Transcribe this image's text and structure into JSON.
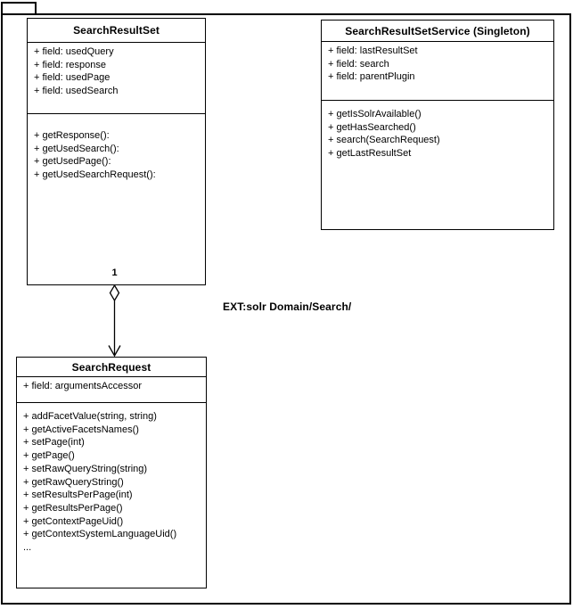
{
  "colors": {
    "line": "#000000",
    "background": "#ffffff",
    "text": "#000000"
  },
  "labels": {
    "package_note": "EXT:solr Domain/Search/",
    "multiplicity_one": "1"
  },
  "classes": [
    {
      "title": "SearchResultSet",
      "fields": [
        "+ field: usedQuery",
        "+ field: response",
        "+ field: usedPage",
        "+ field: usedSearch"
      ],
      "methods": [
        "+ getResponse():",
        "+ getUsedSearch():",
        "+ getUsedPage():",
        "+ getUsedSearchRequest():"
      ]
    },
    {
      "title": "SearchResultSetService (Singleton)",
      "fields": [
        "+ field: lastResultSet",
        "+ field: search",
        "+ field: parentPlugin"
      ],
      "methods": [
        "+ getIsSolrAvailable()",
        "+ getHasSearched()",
        "+ search(SearchRequest)",
        "+ getLastResultSet"
      ]
    },
    {
      "title": "SearchRequest",
      "fields": [
        "+ field: argumentsAccessor"
      ],
      "methods": [
        "+ addFacetValue(string, string)",
        "+ getActiveFacetsNames()",
        "+ setPage(int)",
        "+ getPage()",
        "+ setRawQueryString(string)",
        "+ getRawQueryString()",
        "+ setResultsPerPage(int)",
        "+ getResultsPerPage()",
        "+ getContextPageUid()",
        "+ getContextSystemLanguageUid()",
        "..."
      ]
    }
  ],
  "relationship": {
    "type": "aggregation",
    "from": "SearchResultSet",
    "to": "SearchRequest",
    "multiplicity": "1"
  }
}
